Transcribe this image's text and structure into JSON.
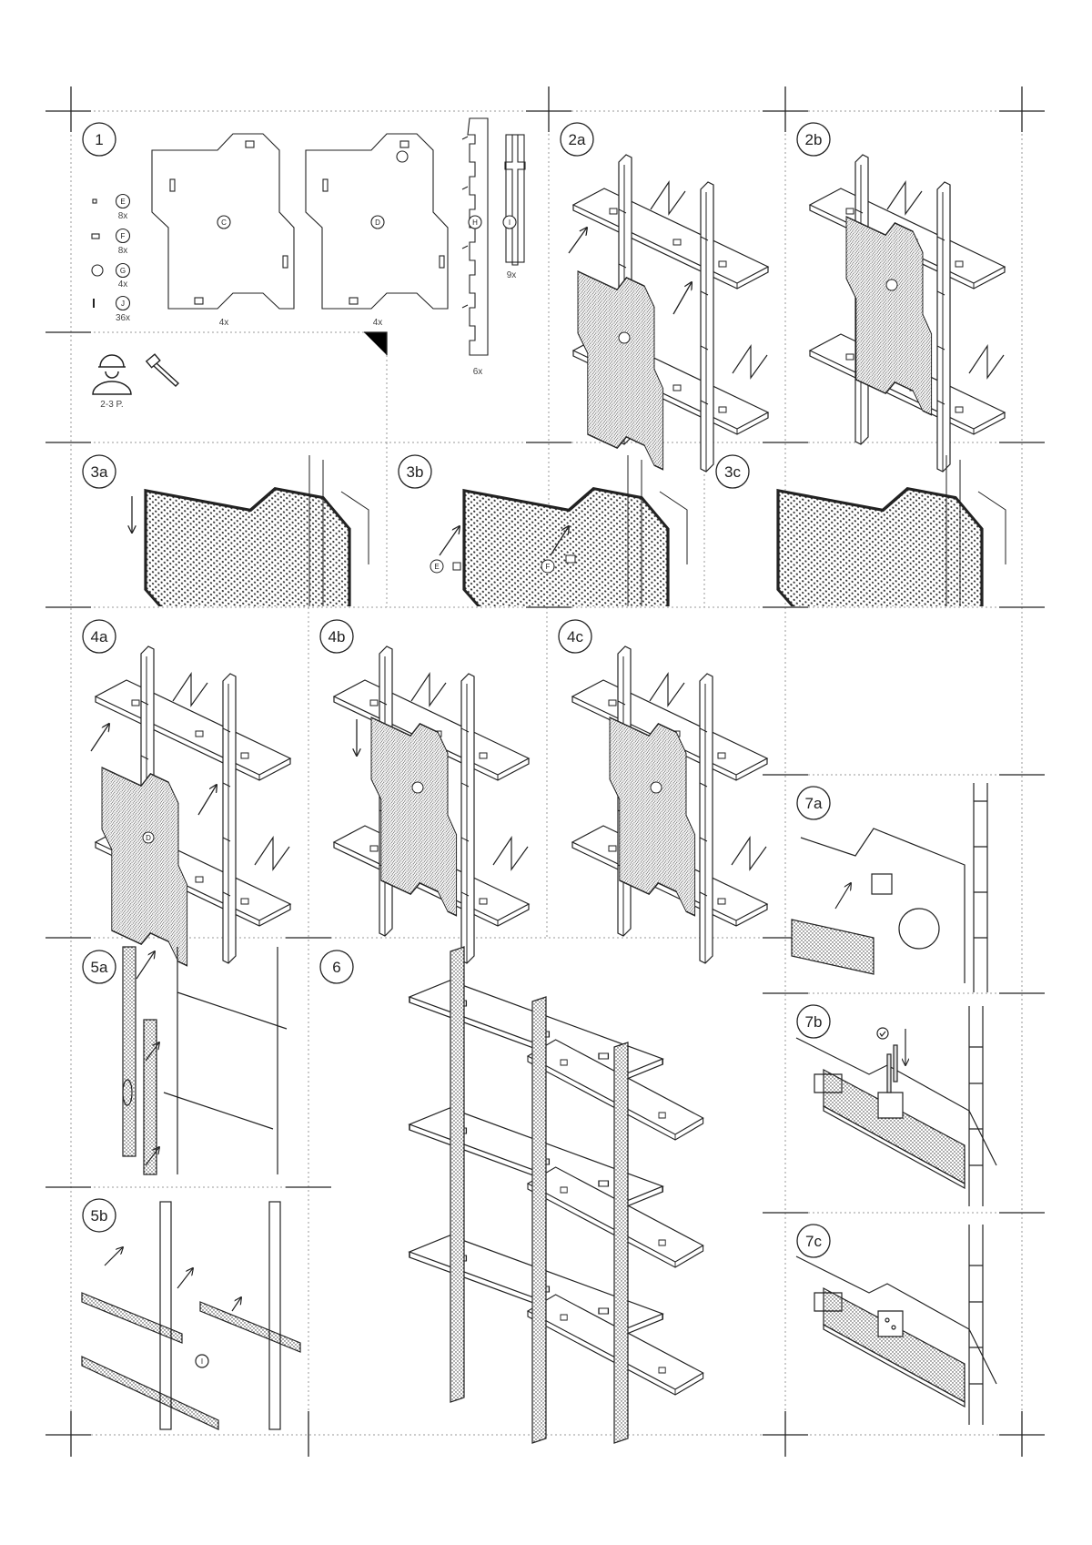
{
  "steps": {
    "s1": "1",
    "s2a": "2a",
    "s2b": "2b",
    "s3a": "3a",
    "s3b": "3b",
    "s3c": "3c",
    "s4a": "4a",
    "s4b": "4b",
    "s4c": "4c",
    "s5a": "5a",
    "s5b": "5b",
    "s6": "6",
    "s7a": "7a",
    "s7b": "7b",
    "s7c": "7c"
  },
  "parts": {
    "E": {
      "letter": "E",
      "qty": "8x"
    },
    "F": {
      "letter": "F",
      "qty": "8x"
    },
    "G": {
      "letter": "G",
      "qty": "4x"
    },
    "J": {
      "letter": "J",
      "qty": "36x"
    },
    "C": {
      "letter": "C",
      "qty": "4x"
    },
    "D": {
      "letter": "D",
      "qty": "4x"
    },
    "H": {
      "letter": "H",
      "qty": "6x"
    },
    "I": {
      "letter": "I",
      "qty": "9x"
    }
  },
  "tools": {
    "persons": "2-3 P."
  },
  "callouts": {
    "E": "E",
    "F": "F",
    "C": "C",
    "D": "D",
    "I": "I"
  },
  "colors": {
    "line": "#222222",
    "grid": "#999999"
  }
}
